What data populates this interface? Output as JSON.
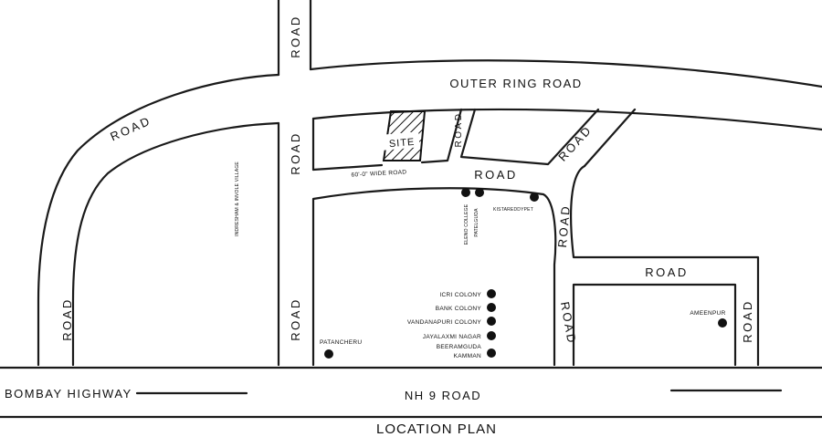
{
  "title": "LOCATION PLAN",
  "roads": {
    "outer_ring_road": "OUTER RING ROAD",
    "road": "ROAD",
    "wide_road": "60'-0\" WIDE ROAD",
    "bombay_highway": "BOMBAY HIGHWAY",
    "nh9": "NH 9 ROAD",
    "vertical_note": "INDRESHAM & INVOLE VILLAGE"
  },
  "site_label": "SITE",
  "places": {
    "eleno_college": "ELENO COLLEGE",
    "patelguda": "PATELGUDA",
    "kistareddypet": "KISTAREDDYPET",
    "icri_colony": "ICRI COLONY",
    "bank_colony": "BANK COLONY",
    "vandanapuri_colony": "VANDANAPURI COLONY",
    "jayalaxmi_nagar": "JAYALAXMI NAGAR",
    "beeramguda": "BEERAMGUDA",
    "kamman": "KAMMAN",
    "patancheru": "PATANCHERU",
    "ameenpur": "AMEENPUR"
  }
}
